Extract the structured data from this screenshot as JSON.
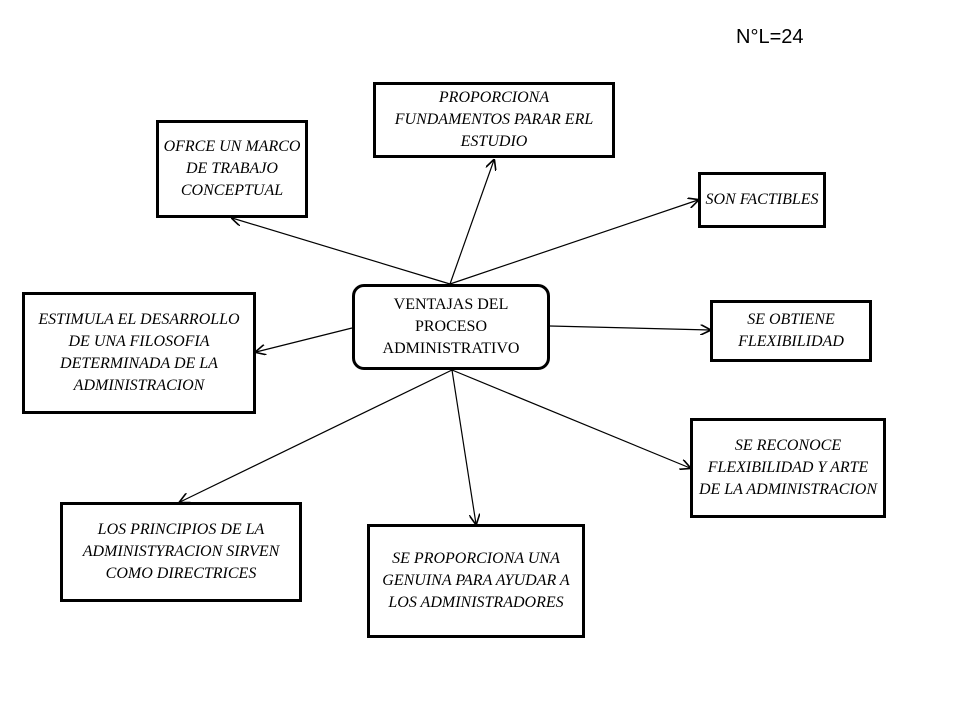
{
  "label": "N°L=24",
  "center": "VENTAJAS DEL PROCESO ADMINISTRATIVO",
  "nodes": {
    "marco": "OFRCE UN MARCO DE TRABAJO CONCEPTUAL",
    "fundamentos": "PROPORCIONA FUNDAMENTOS PARAR ERL ESTUDIO",
    "factibles": "SON FACTIBLES",
    "filosofia": "ESTIMULA EL DESARROLLO DE UNA FILOSOFIA DETERMINADA DE LA ADMINISTRACION",
    "obtiene": "SE  OBTIENE FLEXIBILIDAD",
    "reconoce": "SE RECONOCE FLEXIBILIDAD  Y ARTE DE LA ADMINISTRACION",
    "principios": "LOS PRINCIPIOS DE LA ADMINISTYRACION SIRVEN COMO DIRECTRICES",
    "genuina": "SE PROPORCIONA UNA GENUINA PARA AYUDAR A LOS ADMINISTRADORES"
  }
}
